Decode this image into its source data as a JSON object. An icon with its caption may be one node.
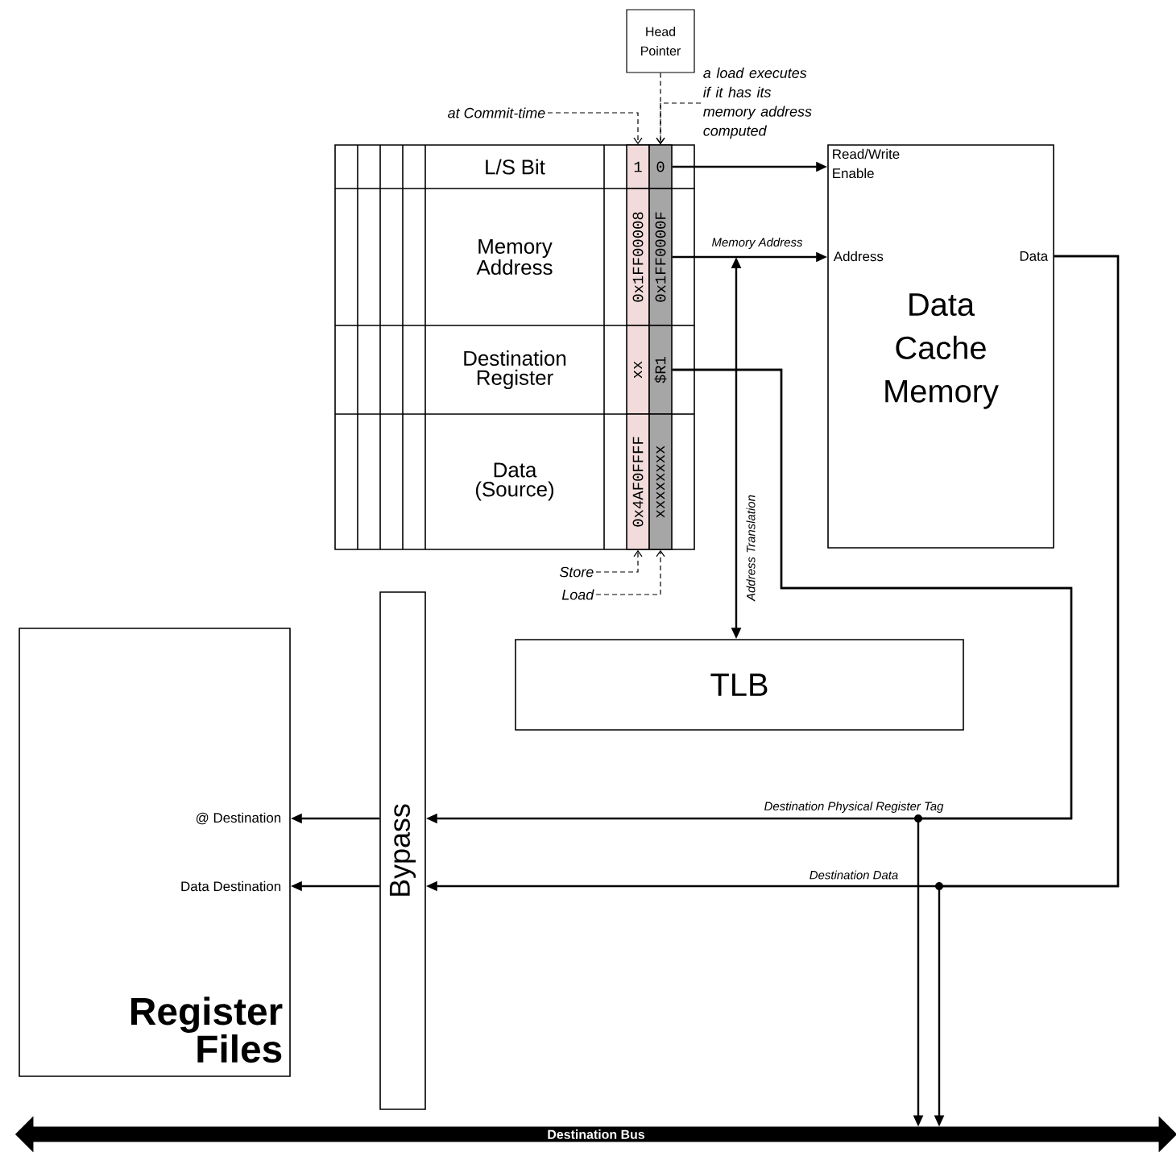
{
  "diagram": {
    "nodes": [
      {
        "text": [
          "Head Pointer"
        ]
      },
      {
        "text": [
          "at Commit-time"
        ]
      },
      {
        "text": [
          "a load executes if it has its memory address computed"
        ]
      },
      {
        "text": [],
        "shape": "box"
      },
      {
        "text": [
          "L/S Bit"
        ],
        "in": 3
      },
      {
        "text": [
          "1"
        ],
        "in": 3
      },
      {
        "text": [
          "0"
        ],
        "in": 3
      },
      {
        "text": [
          "Memory Address"
        ],
        "in": 3
      },
      {
        "text": [
          "0x1FF00008"
        ],
        "in": 3
      },
      {
        "text": [
          "0x1FF0000F"
        ],
        "in": 3
      },
      {
        "text": [
          "Destination Register"
        ],
        "in": 3
      },
      {
        "text": [
          "xx"
        ],
        "in": 3
      },
      {
        "text": [
          "$R1"
        ],
        "in": 3
      },
      {
        "text": [
          "Data (Source)"
        ],
        "in": 3
      },
      {
        "text": [
          "0x4AF0FFFF"
        ],
        "in": 3
      },
      {
        "text": [
          "xxxxxxxx"
        ],
        "in": 3
      },
      {
        "text": [
          "Read/Write Enable",
          "Address",
          "Data",
          "Data Cache Memory"
        ]
      },
      {
        "text": [
          "Store"
        ]
      },
      {
        "text": [
          "Load"
        ]
      },
      {
        "text": [
          "@ Destination",
          "Data Destination",
          "Register Files"
        ]
      },
      {
        "text": [
          "Bypass"
        ]
      },
      {
        "text": [
          "TLB"
        ]
      },
      {
        "text": [
          "Destination Bus"
        ]
      }
    ],
    "edges": [
      {
        "from": 1,
        "to": 5,
        "arrow": "to",
        "style": "dashed"
      },
      {
        "from": 0,
        "to": 6,
        "arrow": "to",
        "style": "dashed"
      },
      {
        "from": 2,
        "to": 6,
        "arrow": "to",
        "style": "dashed"
      },
      {
        "from": 17,
        "to": 14,
        "arrow": "to",
        "style": "dashed"
      },
      {
        "from": 18,
        "to": 15,
        "arrow": "to",
        "style": "dashed"
      },
      {
        "from": 6,
        "to": 16,
        "arrow": "to"
      },
      {
        "from": 9,
        "to": 16,
        "arrow": "to",
        "label": "Memory Address"
      },
      {
        "from": null,
        "to": 21,
        "arrow": "both",
        "label": "Address Translation"
      },
      {
        "from": 12,
        "to": 20,
        "arrow": "to",
        "label": "Destination Physical Register Tag"
      },
      {
        "from": 12,
        "to": 22,
        "arrow": "to"
      },
      {
        "from": 16,
        "to": 20,
        "arrow": "to",
        "label": "Destination Data"
      },
      {
        "from": 16,
        "to": 22,
        "arrow": "to"
      },
      {
        "from": 20,
        "to": 19,
        "arrow": "to"
      },
      {
        "from": 20,
        "to": 19,
        "arrow": "to"
      }
    ]
  }
}
